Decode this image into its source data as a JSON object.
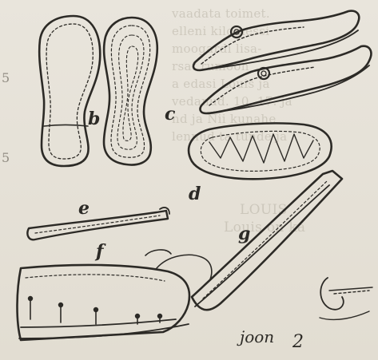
{
  "figure": {
    "labels": {
      "b": "b",
      "c": "c",
      "d": "d",
      "e": "e",
      "f": "f",
      "g": "g"
    },
    "signature": "joon",
    "signature_number": "2"
  },
  "bleed_through": {
    "lines": [
      "vaadata toimet.",
      "elleni kilomessi",
      "moogardi lisa-",
      "rsat rumoon",
      "a edasi Louis ja",
      "vedanud. 10, 17. ja",
      "nd ja Nii kunahe",
      "lennud ta tunde ja",
      "LOUIS",
      "Louis on ka"
    ],
    "left_margin": [
      "5",
      "5"
    ]
  },
  "colors": {
    "paper": "#e6e2d8",
    "ink": "#2c2a26",
    "bleed": "#b9b3a6"
  }
}
